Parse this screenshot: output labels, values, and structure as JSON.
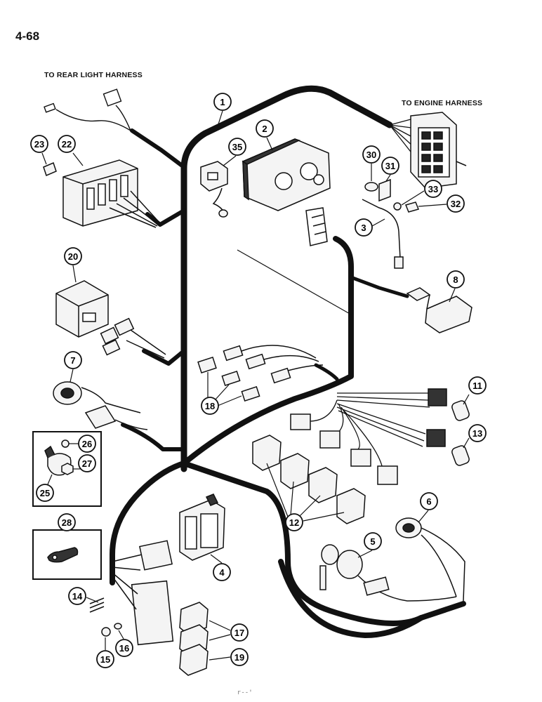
{
  "page_number": "4-68",
  "harness_labels": {
    "rear": "TO REAR LIGHT HARNESS",
    "engine": "TO ENGINE HARNESS"
  },
  "callouts": [
    "1",
    "2",
    "3",
    "4",
    "5",
    "6",
    "7",
    "8",
    "11",
    "12",
    "13",
    "14",
    "15",
    "16",
    "17",
    "18",
    "19",
    "20",
    "22",
    "23",
    "25",
    "26",
    "27",
    "28",
    "30",
    "31",
    "32",
    "33",
    "35"
  ],
  "footer_mark": "r--'",
  "colors": {
    "line": "#111111",
    "paper": "#ffffff",
    "part_fill": "#f4f4f4"
  },
  "icons": [
    "wiring-harness",
    "connector",
    "relay",
    "fuse-block",
    "instrument-cluster",
    "ignition-switch",
    "light-switch",
    "pressure-sender",
    "clip",
    "bolt",
    "washer",
    "nut"
  ]
}
